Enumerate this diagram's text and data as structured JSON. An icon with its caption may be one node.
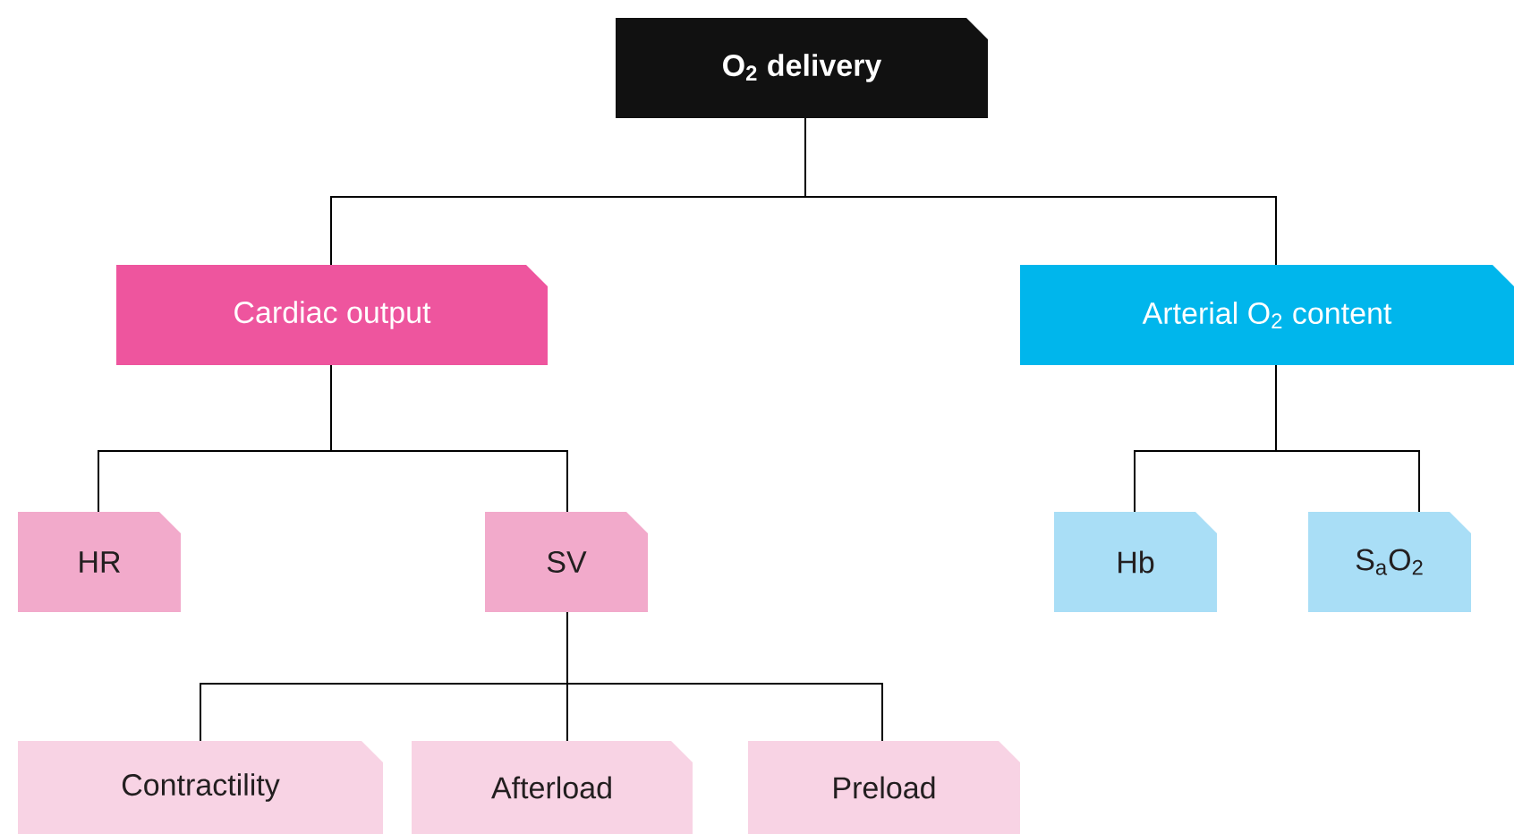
{
  "diagram": {
    "nodes": [
      {
        "text": [
          "O$_{2}$ delivery"
        ]
      },
      {
        "text": [
          "Cardiac output"
        ]
      },
      {
        "text": [
          "Arterial O$_{2}$ content"
        ]
      },
      {
        "text": [
          "HR"
        ]
      },
      {
        "text": [
          "SV"
        ]
      },
      {
        "text": [
          "Hb"
        ]
      },
      {
        "text": [
          "S$_{a}$O$_{2}$"
        ]
      },
      {
        "text": [
          "Contractility"
        ]
      },
      {
        "text": [
          "Afterload"
        ]
      },
      {
        "text": [
          "Preload"
        ]
      }
    ],
    "edges": [
      {
        "from": 0,
        "to": 1,
        "arrow": "none"
      },
      {
        "from": 0,
        "to": 2,
        "arrow": "none"
      },
      {
        "from": 1,
        "to": 3,
        "arrow": "none"
      },
      {
        "from": 1,
        "to": 4,
        "arrow": "none"
      },
      {
        "from": 2,
        "to": 5,
        "arrow": "none"
      },
      {
        "from": 2,
        "to": 6,
        "arrow": "none"
      },
      {
        "from": 4,
        "to": 7,
        "arrow": "none"
      },
      {
        "from": 4,
        "to": 8,
        "arrow": "none"
      },
      {
        "from": 4,
        "to": 9,
        "arrow": "none"
      }
    ]
  }
}
